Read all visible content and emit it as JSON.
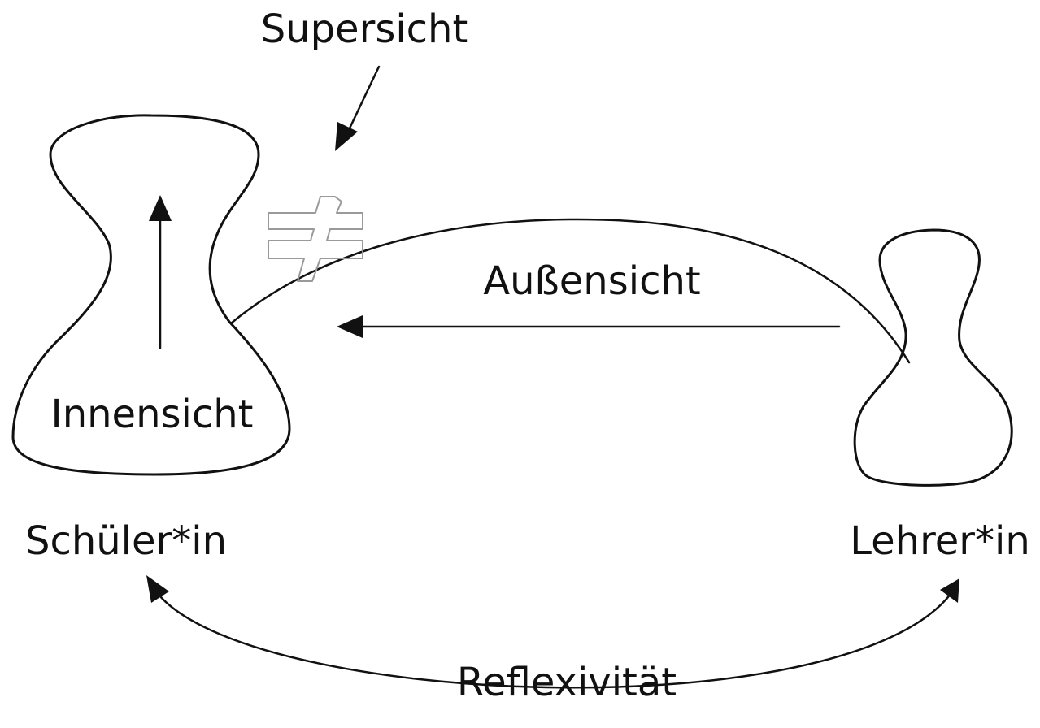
{
  "diagram": {
    "supersicht": "Supersicht",
    "aussensicht": "Außensicht",
    "innensicht": "Innensicht",
    "schueler": "Schüler*in",
    "lehrer": "Lehrer*in",
    "reflexivitaet": "Reflexivität",
    "not_equal_symbol": "not-equal-icon"
  }
}
